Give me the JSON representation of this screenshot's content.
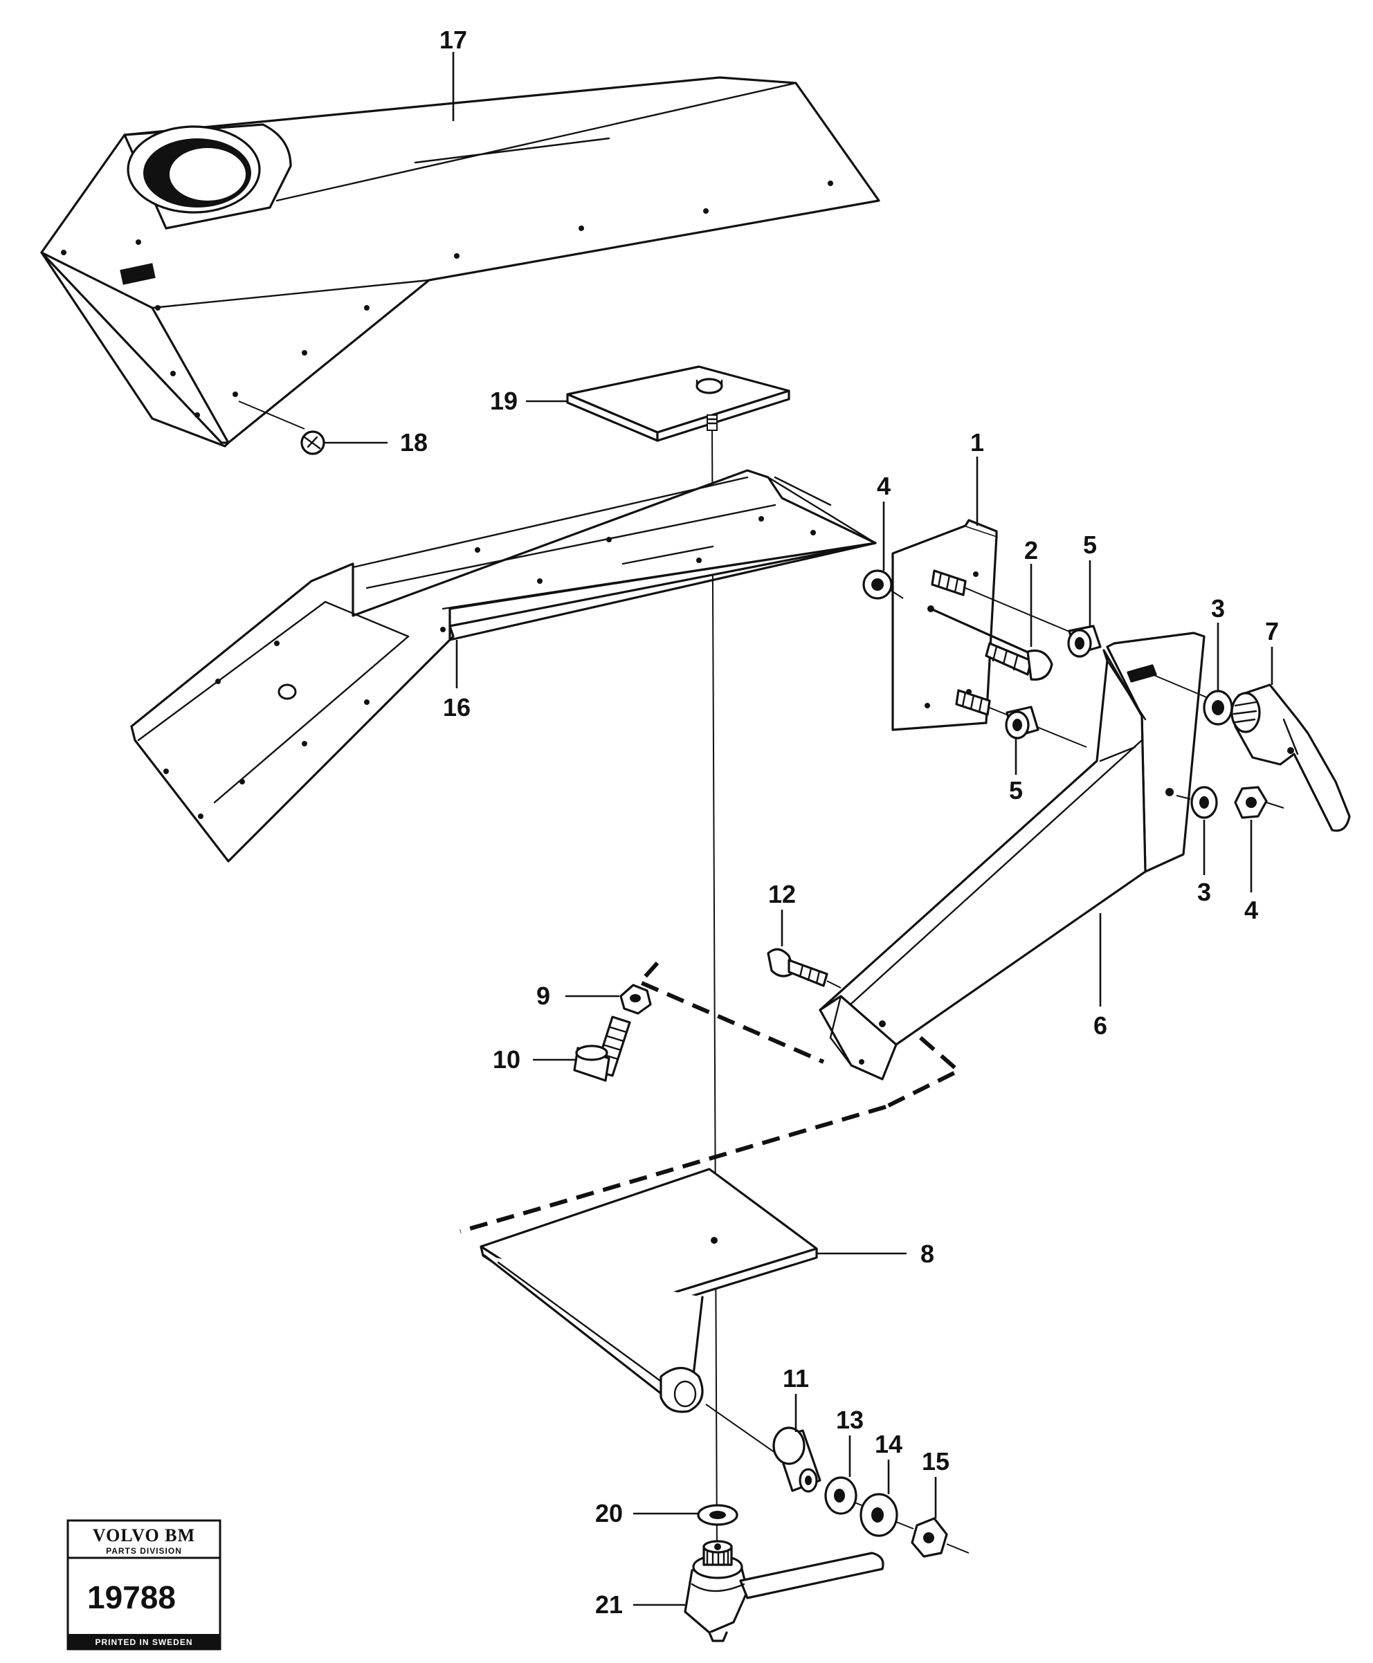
{
  "callouts": {
    "c1": "1",
    "c2": "2",
    "c3a": "3",
    "c3b": "3",
    "c4a": "4",
    "c4b": "4",
    "c5a": "5",
    "c5b": "5",
    "c6": "6",
    "c7": "7",
    "c8": "8",
    "c9": "9",
    "c10": "10",
    "c11": "11",
    "c12": "12",
    "c13": "13",
    "c14": "14",
    "c15": "15",
    "c16": "16",
    "c17": "17",
    "c18": "18",
    "c19": "19",
    "c20": "20",
    "c21": "21"
  },
  "stamp": {
    "brand": "VOLVO BM",
    "division": "PARTS DIVISION",
    "number": "19788",
    "footer": "PRINTED IN SWEDEN"
  }
}
